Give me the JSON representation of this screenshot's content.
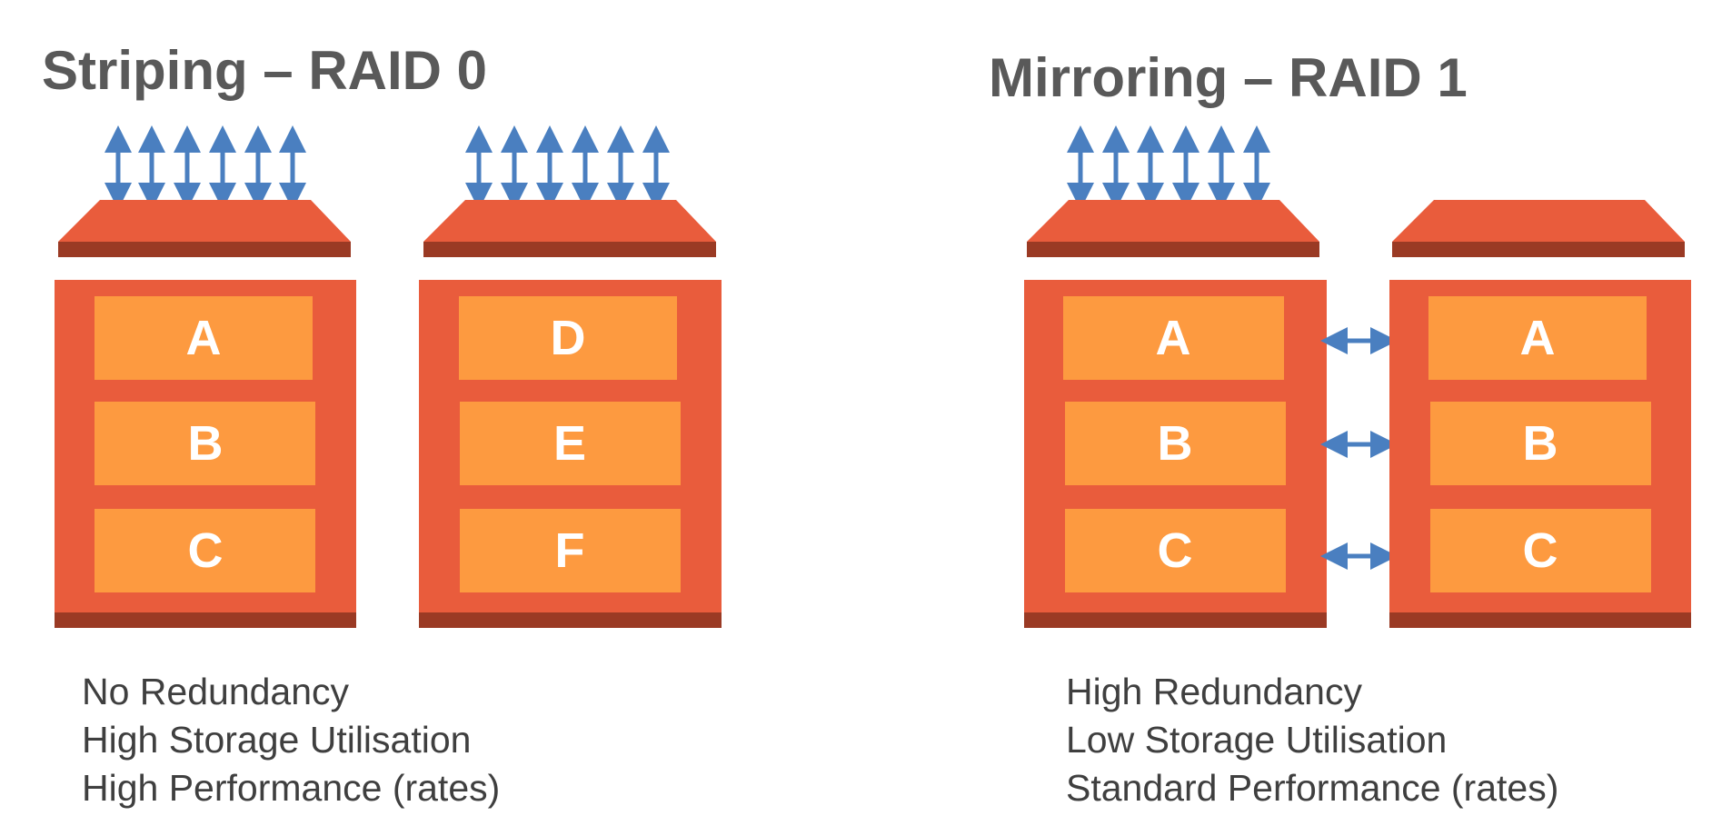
{
  "raid0": {
    "title": "Striping – RAID 0",
    "drives": [
      {
        "blocks": [
          "A",
          "B",
          "C"
        ]
      },
      {
        "blocks": [
          "D",
          "E",
          "F"
        ]
      }
    ],
    "notes": [
      "No Redundancy",
      "High Storage Utilisation",
      "High Performance (rates)"
    ]
  },
  "raid1": {
    "title": "Mirroring – RAID 1",
    "drives": [
      {
        "blocks": [
          "A",
          "B",
          "C"
        ]
      },
      {
        "blocks": [
          "A",
          "B",
          "C"
        ]
      }
    ],
    "notes": [
      "High Redundancy",
      "Low Storage Utilisation",
      "Standard Performance (rates)"
    ]
  },
  "colors": {
    "drive_body": "#E95C3C",
    "drive_base": "#9A3A24",
    "block": "#FD9A40",
    "arrow": "#4A7FC0",
    "title_text": "#595959",
    "note_text": "#3F3F3F"
  }
}
